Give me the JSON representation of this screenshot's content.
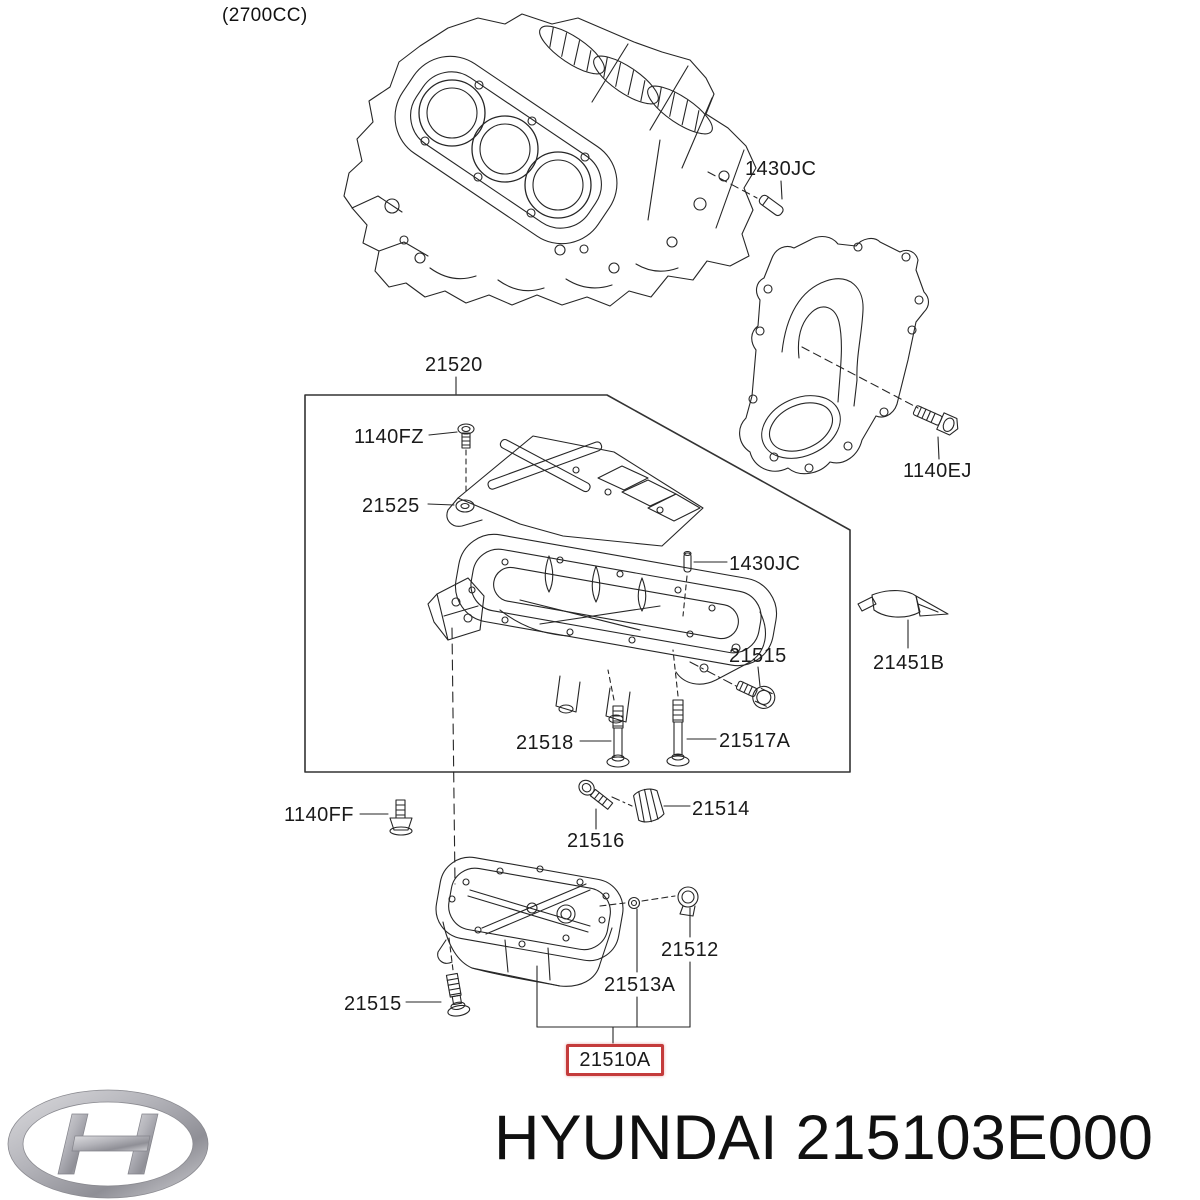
{
  "diagram": {
    "title_note": "(2700CC)",
    "description": "Hyundai engine oil pan exploded parts diagram",
    "labels": {
      "variant": "(2700CC)",
      "dowel_top": "1430JC",
      "rear_plate_bolt": "1140EJ",
      "pan_assembly": "21520",
      "baffle_bolt": "1140FZ",
      "baffle_plate": "21525",
      "dowel_pan": "1430JC",
      "upper_pan_bolt": "21515",
      "sealant": "21451B",
      "stud_short": "21518",
      "stud_long": "21517A",
      "block_bolt": "1140FF",
      "adapter_bolt": "21516",
      "plug_cone": "21514",
      "service_plug": "21512",
      "drain_washer": "21513A",
      "lower_pan_bolt": "21515",
      "lower_pan": "21510A"
    },
    "highlighted_part": "21510A"
  },
  "footer": {
    "brand": "HYUNDAI",
    "part_number": "215103E000",
    "logo": "hyundai-logo"
  },
  "colors": {
    "line": "#262626",
    "box_border": "#333333",
    "highlight": "#c43b3b",
    "background": "#ffffff",
    "logo_silver": "#b9b9bf"
  }
}
